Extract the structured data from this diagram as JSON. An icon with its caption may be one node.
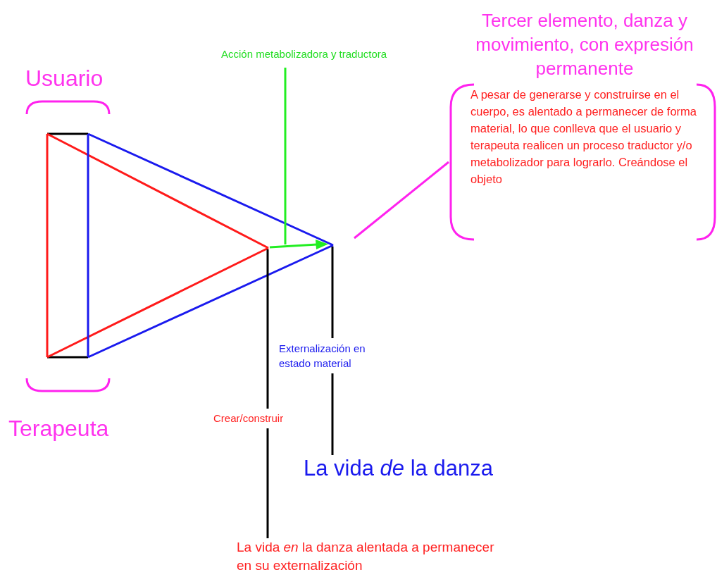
{
  "diagram": {
    "nodes": [
      {
        "text": [
          "Acción metabolizadora y traductora"
        ]
      },
      {
        "text": [
          "Tercer elemento, danza y movimiento, con expresión permanente",
          "A pesar de generarse y construirse en el cuerpo, es alentado a permanecer de forma material, lo que conlleva que el usuario y terapeuta realicen un proceso traductor y/o metabolizador para lograrlo. Creándose el objeto"
        ]
      },
      {
        "text": [
          "Externalización en estado material"
        ]
      },
      {
        "text": [
          "Crear/construir"
        ]
      },
      {
        "text": [
          "La vida *de* la danza"
        ]
      },
      {
        "text": [
          "La vida *en* la danza alentada a permanecer en su externalización"
        ]
      }
    ],
    "edges": [
      {
        "from": 0,
        "to": null,
        "arrow": "none",
        "color": "#22ee22"
      },
      {
        "from": 1,
        "to": null,
        "arrow": "none",
        "color": "#ff22ee"
      },
      {
        "from": 2,
        "to": null,
        "arrow": "none"
      },
      {
        "from": 2,
        "to": 4,
        "arrow": "none"
      },
      {
        "from": 3,
        "to": null,
        "arrow": "none"
      },
      {
        "from": 3,
        "to": 5,
        "arrow": "none"
      }
    ],
    "labels": [
      "Usuario",
      "Terapeuta"
    ]
  }
}
